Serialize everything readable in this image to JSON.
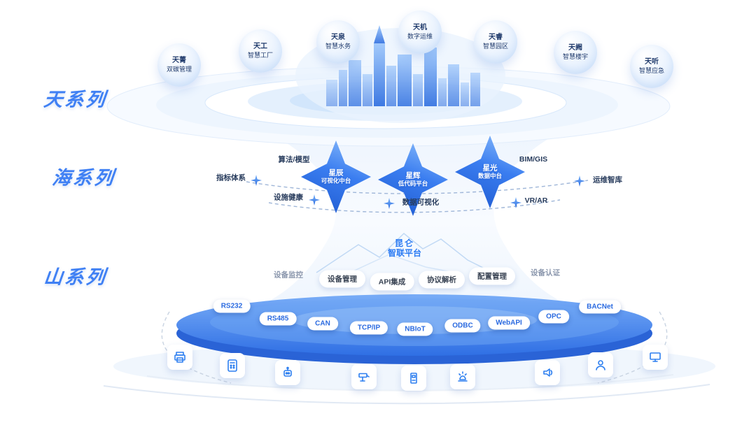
{
  "series": {
    "tian": "天系列",
    "hai": "海系列",
    "shan": "山系列"
  },
  "bubbles": [
    {
      "line1": "天菁",
      "line2": "双碳管理"
    },
    {
      "line1": "天工",
      "line2": "智慧工厂"
    },
    {
      "line1": "天泉",
      "line2": "智慧水务"
    },
    {
      "line1": "天机",
      "line2": "数字运维"
    },
    {
      "line1": "天睿",
      "line2": "智慧园区"
    },
    {
      "line1": "天阙",
      "line2": "智慧楼宇"
    },
    {
      "line1": "天听",
      "line2": "智慧应急"
    }
  ],
  "stars": [
    {
      "line1": "星辰",
      "line2": "可视化中台"
    },
    {
      "line1": "星辉",
      "line2": "低代码平台"
    },
    {
      "line1": "星光",
      "line2": "数据中台"
    }
  ],
  "capabilities": [
    "算法/模型",
    "指标体系",
    "设施健康",
    "数据可视化",
    "VR/AR",
    "BIM/GIS",
    "运维智库"
  ],
  "platform": {
    "line1": "昆仑",
    "line2": "智联平台"
  },
  "features": [
    "设备监控",
    "设备管理",
    "API集成",
    "协议解析",
    "配置管理",
    "设备认证"
  ],
  "protocols": [
    "RS232",
    "RS485",
    "CAN",
    "TCP/IP",
    "NBIoT",
    "ODBC",
    "WebAPI",
    "OPC",
    "BACNet"
  ],
  "device_icons": [
    "printer",
    "pos-terminal",
    "robot",
    "cctv-camera",
    "water-dispenser",
    "alarm-siren",
    "broadcast-speaker",
    "access-person",
    "monitor"
  ],
  "colors": {
    "accent": "#2d7ff0",
    "series_label": "#3f80f4",
    "disc_top": "#79adf7",
    "disc_rim": "#2a63d6",
    "star_deep": "#1e59cf",
    "text_dark": "#273b5c"
  }
}
